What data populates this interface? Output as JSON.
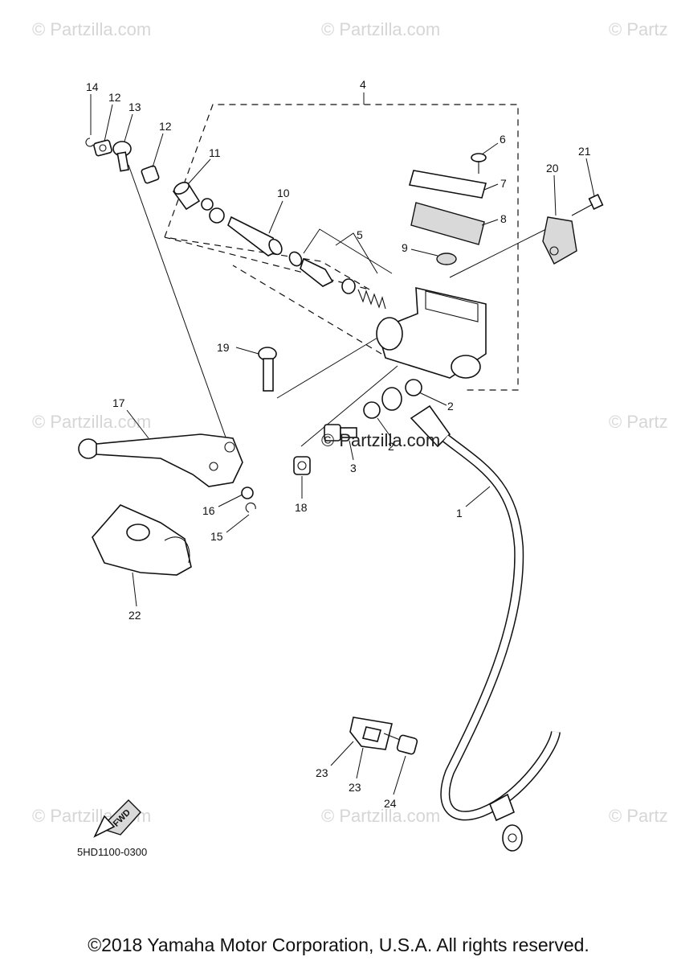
{
  "watermark": "© Partzilla.com",
  "watermark_partial": "© Partz",
  "center_watermark": "© Partzilla.com",
  "diagram_code": "5HD1100-0300",
  "copyright": "©2018 Yamaha Motor Corporation, U.S.A. All rights reserved.",
  "fwd_label": "FWD",
  "callouts": {
    "c1": "1",
    "c2a": "2",
    "c2b": "2",
    "c3": "3",
    "c4": "4",
    "c5": "5",
    "c6": "6",
    "c7": "7",
    "c8": "8",
    "c9": "9",
    "c10": "10",
    "c11": "11",
    "c12a": "12",
    "c12b": "12",
    "c13": "13",
    "c14": "14",
    "c15": "15",
    "c16": "16",
    "c17": "17",
    "c18": "18",
    "c19": "19",
    "c20": "20",
    "c21": "21",
    "c22": "22",
    "c23a": "23",
    "c23b": "23",
    "c24": "24"
  }
}
